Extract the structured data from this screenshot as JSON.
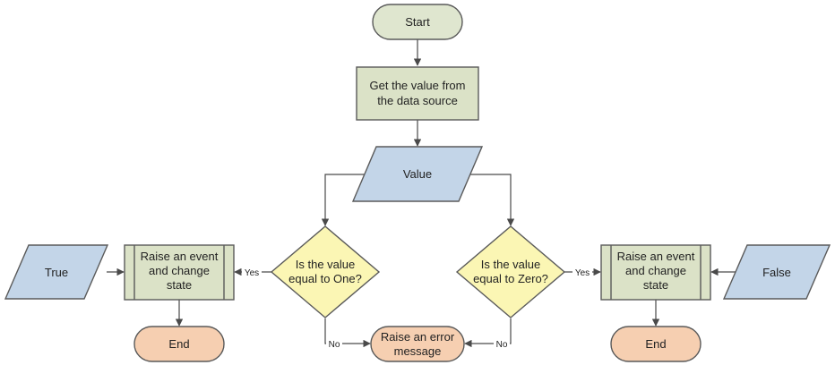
{
  "colors": {
    "terminator": "#dfe6cf",
    "process": "#dbe2c7",
    "io": "#c3d5e8",
    "decision": "#fbf6b4",
    "end": "#f6cfb1",
    "stroke": "#5a5a5a",
    "connector": "#4a4a4a"
  },
  "nodes": {
    "start": {
      "label": "Start"
    },
    "get_value": {
      "line1": "Get the value from",
      "line2": "the data source"
    },
    "value": {
      "label": "Value"
    },
    "decision_one": {
      "line1": "Is the value",
      "line2": "equal to One?"
    },
    "decision_zero": {
      "line1": "Is the value",
      "line2": "equal to Zero?"
    },
    "raise_left": {
      "line1": "Raise an event",
      "line2": "and change",
      "line3": "state"
    },
    "raise_right": {
      "line1": "Raise an event",
      "line2": "and change",
      "line3": "state"
    },
    "true_io": {
      "label": "True"
    },
    "false_io": {
      "label": "False"
    },
    "end_left": {
      "label": "End"
    },
    "end_right": {
      "label": "End"
    },
    "error": {
      "line1": "Raise an error",
      "line2": "message"
    }
  },
  "edge_labels": {
    "yes_left": "Yes",
    "yes_right": "Yes",
    "no_left": "No",
    "no_right": "No"
  }
}
